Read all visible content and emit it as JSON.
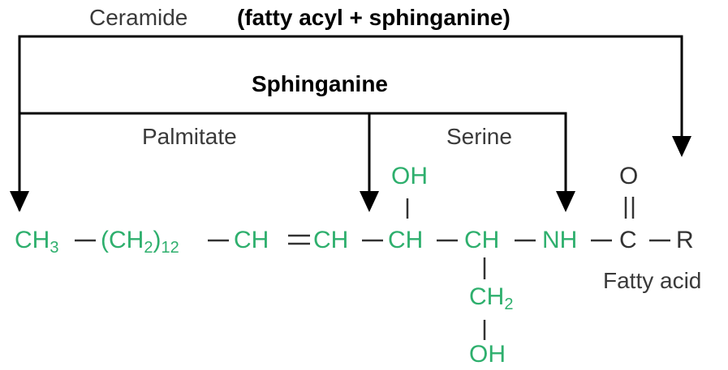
{
  "labels": {
    "ceramide": "Ceramide",
    "ceramide_note": "(fatty acyl + sphinganine)",
    "sphinganine": "Sphinganine",
    "palmitate": "Palmitate",
    "serine": "Serine",
    "fatty_acid": "Fatty acid"
  },
  "chain": {
    "ch3": "CH",
    "ch3_sub": "3",
    "ch2_open": "(CH",
    "ch2_sub": "2",
    "ch2_close": ")",
    "ch2_count": "12",
    "ch_a": "CH",
    "ch_b": "CH",
    "ch_c": "CH",
    "ch_d": "CH",
    "nh": "NH",
    "c": "C",
    "r": "R",
    "oh_top": "OH",
    "o_top": "O",
    "ch2_branch": "CH",
    "ch2_branch_sub": "2",
    "oh_bottom": "OH"
  },
  "colors": {
    "green": "#2eaf6d",
    "bracket": "#000000",
    "bond": "#333333"
  }
}
